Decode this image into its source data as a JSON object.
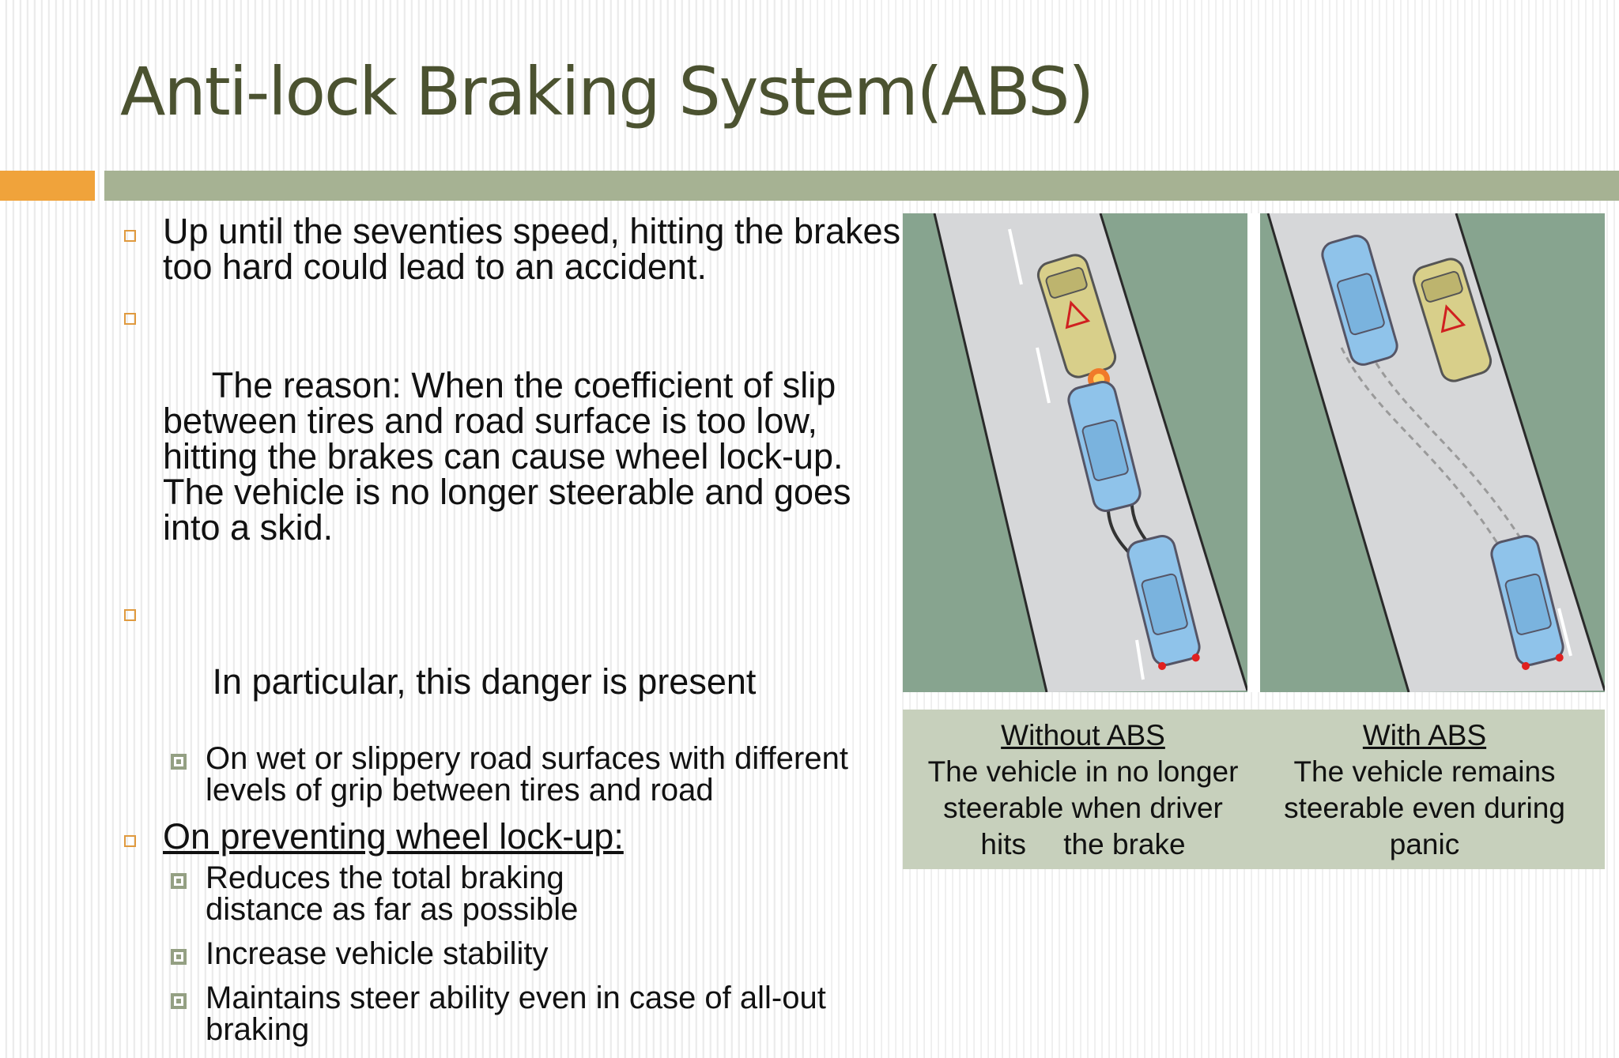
{
  "slide": {
    "title": "Anti-lock Braking System(ABS)",
    "bullets": [
      {
        "text": "Up until the seventies speed, hitting the brakes too hard could lead to an accident."
      },
      {
        "text": " The reason: When the coefficient of slip between tires and road surface is too low, hitting the brakes can cause wheel lock-up. The vehicle is no longer steerable and goes into a skid."
      },
      {
        "text": " In particular, this danger is present",
        "sub": [
          "On wet or slippery road surfaces with different levels of grip between tires and road"
        ]
      },
      {
        "text": "On preventing wheel lock-up:",
        "sub": [
          "Reduces the total braking distance as far as possible",
          "Increase vehicle stability",
          "Maintains steer ability even in case of all-out braking"
        ]
      }
    ],
    "captions": {
      "left": {
        "heading": "Without ABS",
        "body": "The vehicle in no longer steerable when driver hits  the brake"
      },
      "right": {
        "heading": "With ABS",
        "body": "The vehicle remains steerable even during panic"
      }
    },
    "colors": {
      "title": "#4b5230",
      "accent_orange": "#f0a33b",
      "accent_green": "#a6b293",
      "caption_bg": "#c7d0bc",
      "verge_green": "#87a48f",
      "road_gray": "#d6d7d9",
      "car_blue": "#8fc3ea",
      "car_yellow": "#d8cf8a"
    }
  }
}
